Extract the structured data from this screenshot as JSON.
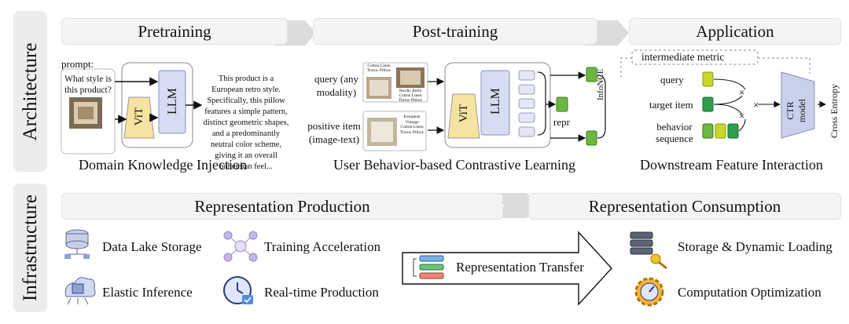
{
  "sections": {
    "architecture": "Architecture",
    "infrastructure": "Infrastructure"
  },
  "stages": {
    "pretraining": "Pretraining",
    "post_training": "Post-training",
    "application": "Application"
  },
  "pretraining": {
    "prompt_label": "prompt:",
    "prompt_question": "What style is this product?",
    "vit": "ViT",
    "llm": "LLM",
    "output_text": "This product is a European retro style. Specifically, this pillow features a simple pattern, distinct geometric shapes, and a predominantly neutral color scheme, giving it an overall bohemian feel...",
    "caption": "Domain Knowledge Injection"
  },
  "post_training": {
    "query_label": "query (any modality)",
    "positive_label": "positive item (image-text)",
    "query_card_text_top": "Cotton Linen Throw Pillow",
    "query_card_text_bottom": "Nordic Retro Cotton Linen Throw Pillow",
    "positive_card_text": "European Vintage Cotton Linen Throw Pillow",
    "vit": "ViT",
    "llm": "LLM",
    "repr": "repr",
    "loss": "InfoNCE",
    "caption": "User Behavior-based Contrastive Learning"
  },
  "application": {
    "intermediate_metric": "intermediate metric",
    "query": "query",
    "target_item": "target item",
    "behavior_sequence": "behavior sequence",
    "ctr_model": "CTR model",
    "cross_entropy": "Cross Entropy",
    "caption": "Downstream Feature Interaction"
  },
  "infrastructure": {
    "production_title": "Representation Production",
    "consumption_title": "Representation Consumption",
    "transfer": "Representation Transfer",
    "items": {
      "data_lake": "Data Lake Storage",
      "training_accel": "Training Acceleration",
      "elastic_inference": "Elastic Inference",
      "realtime_production": "Real-time Production",
      "storage_loading": "Storage & Dynamic Loading",
      "computation_opt": "Computation Optimization"
    }
  },
  "colors": {
    "sidebar_bg": "#ececec",
    "header_bg": "#f4f4f4",
    "vit_fill": "#f7e3a0",
    "llm_fill": "#d7dcf2",
    "ctr_fill": "#c9d0ec",
    "green": "#6ab83f",
    "dark_green": "#2e9e4c",
    "lime": "#c9d62a",
    "token_fill": "#e3e6f4"
  },
  "icons": {
    "data_lake": "database-icon",
    "training_accel": "neural-network-icon",
    "elastic_inference": "cloud-chip-icon",
    "realtime_production": "clock-check-icon",
    "transfer": "server-stack-icon",
    "storage_loading": "server-key-icon",
    "computation_opt": "gear-gauge-icon"
  }
}
